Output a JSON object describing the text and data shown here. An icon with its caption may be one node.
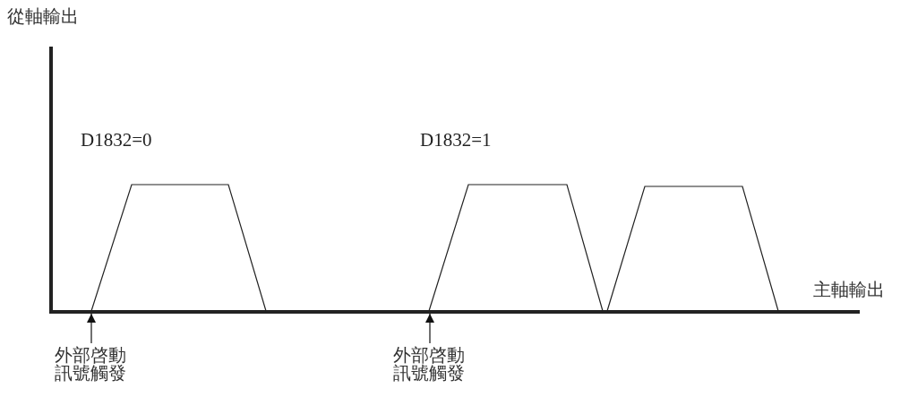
{
  "diagram": {
    "nodes": [
      {
        "text": [
          "外部啓動訊號觸發"
        ]
      },
      {
        "text": [
          "外部啓動訊號觸發"
        ]
      }
    ],
    "edges": [
      {
        "from": 0,
        "to": null,
        "arrow": "to"
      },
      {
        "from": 1,
        "to": null,
        "arrow": "to"
      }
    ],
    "labels": [
      "從軸輸出",
      "D1832=0",
      "D1832=1",
      "主軸輸出"
    ]
  }
}
